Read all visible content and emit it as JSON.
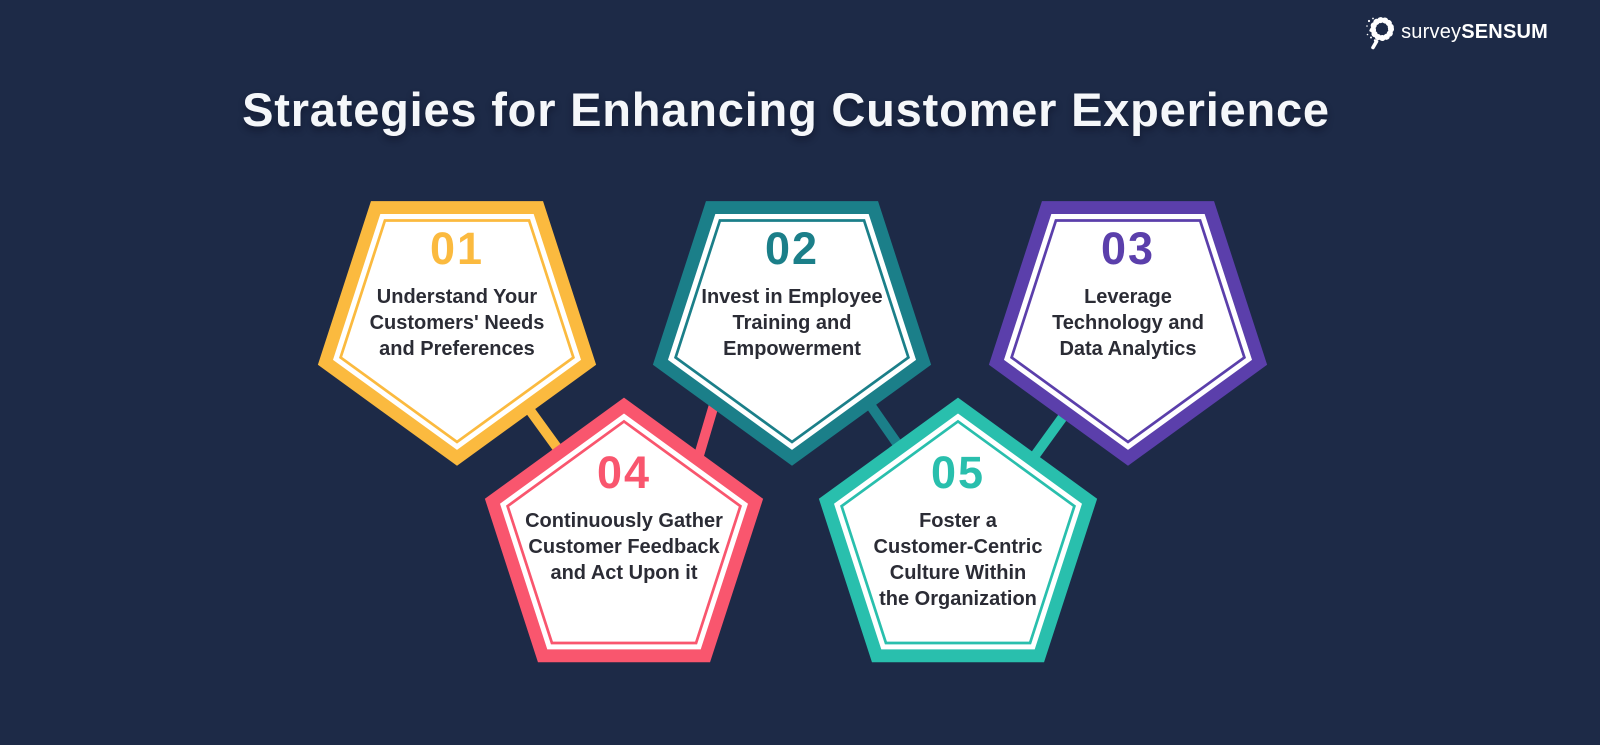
{
  "background_color": "#1D2A47",
  "title": "Strategies for Enhancing Customer Experience",
  "title_color": "#F5F7FA",
  "text_color": "#2B2C35",
  "logo": {
    "brand_light": "survey",
    "brand_bold": "SENSUM",
    "icon": "dotted-q-magnifier-icon",
    "color": "#FFFFFF"
  },
  "cards": [
    {
      "number": "01",
      "text": "Understand Your\nCustomers' Needs\nand Preferences",
      "color": "#FBBA3F",
      "shape": "pentagon-point-down"
    },
    {
      "number": "02",
      "text": "Invest in Employee\nTraining and\nEmpowerment",
      "color": "#1B7F89",
      "shape": "pentagon-point-down"
    },
    {
      "number": "03",
      "text": "Leverage\nTechnology and\nData Analytics",
      "color": "#5B3FAB",
      "shape": "pentagon-point-down"
    },
    {
      "number": "04",
      "text": "Continuously Gather\nCustomer Feedback\nand Act Upon it",
      "color": "#F9566E",
      "shape": "pentagon-point-up"
    },
    {
      "number": "05",
      "text": "Foster a\nCustomer-Centric\nCulture Within\nthe Organization",
      "color": "#29BFAD",
      "shape": "pentagon-point-up"
    }
  ],
  "connectors": [
    {
      "from": "01",
      "to": "04",
      "color": "#FBBA3F"
    },
    {
      "from": "04",
      "to": "02",
      "color": "#F9566E"
    },
    {
      "from": "02",
      "to": "05",
      "color": "#1B7F89"
    },
    {
      "from": "05",
      "to": "03",
      "color": "#29BFAD"
    }
  ]
}
